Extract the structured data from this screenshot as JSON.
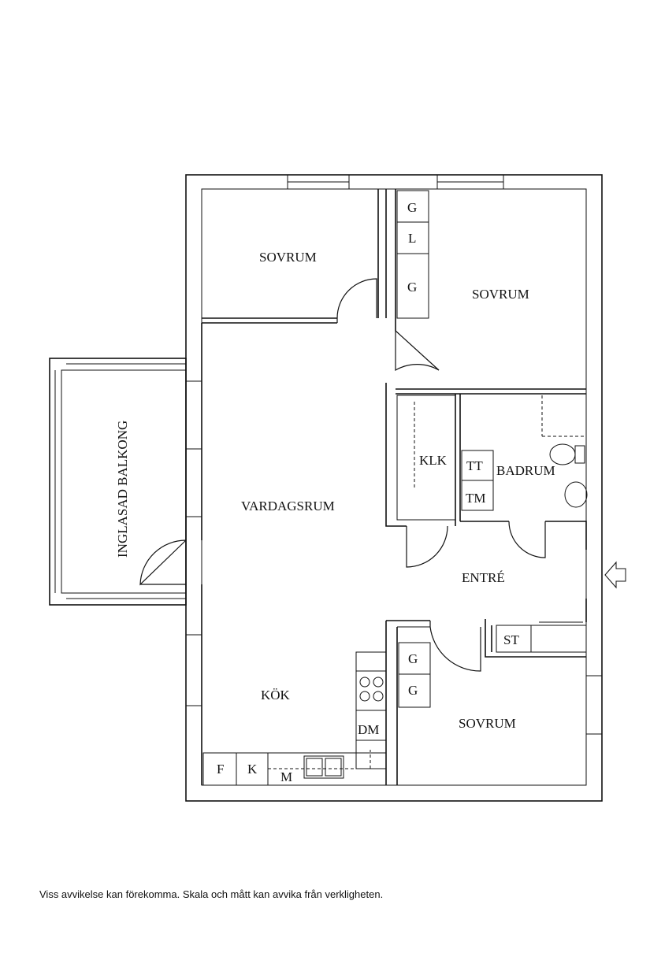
{
  "rooms": {
    "sovrum_top_left": "SOVRUM",
    "sovrum_top_right": "SOVRUM",
    "sovrum_bottom_right": "SOVRUM",
    "vardagsrum": "VARDAGSRUM",
    "kok": "KÖK",
    "klk": "KLK",
    "badrum": "BADRUM",
    "entre": "ENTRÉ",
    "balkong": "INGLASAD BALKONG"
  },
  "fixtures": {
    "wardrobe_top_g1": "G",
    "wardrobe_top_l": "L",
    "wardrobe_top_g2": "G",
    "wardrobe_bottom_g1": "G",
    "wardrobe_bottom_g2": "G",
    "tt": "TT",
    "tm": "TM",
    "st": "ST",
    "dm": "DM",
    "f": "F",
    "k": "K",
    "m": "M"
  },
  "disclaimer": "Viss avvikelse kan förekomma. Skala och mått kan avvika från verkligheten."
}
